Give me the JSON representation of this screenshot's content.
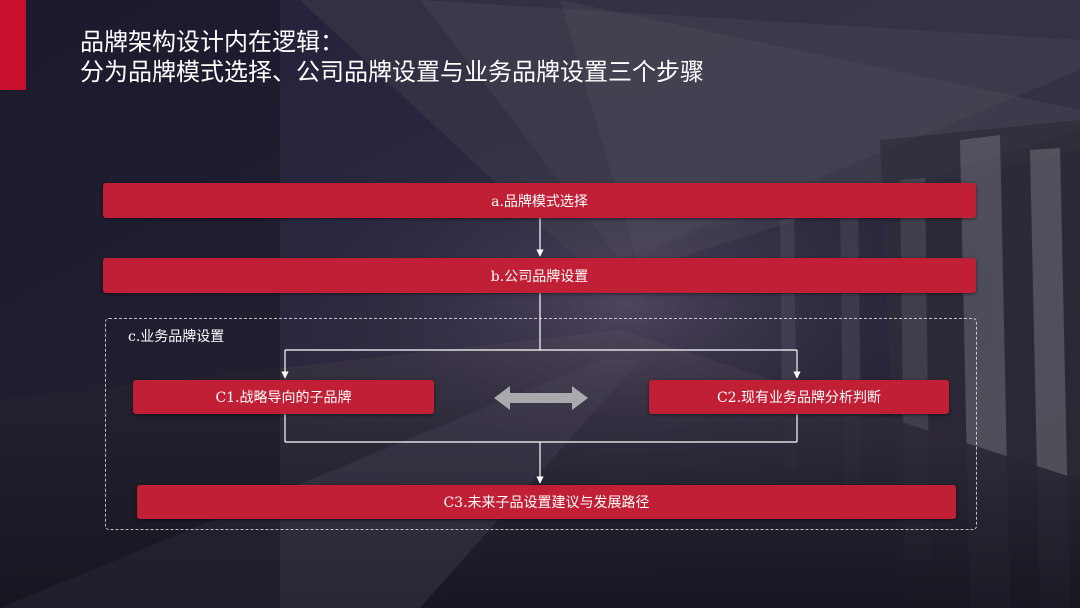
{
  "title": {
    "line1": "品牌架构设计内在逻辑：",
    "line2": "分为品牌模式选择、公司品牌设置与业务品牌设置三个步骤"
  },
  "colors": {
    "accent": "#c8102e",
    "box": "#c01f35",
    "text": "#ffffff",
    "arrow": "#a9aaae"
  },
  "diagram": {
    "step_a": "a.品牌模式选择",
    "step_b": "b.公司品牌设置",
    "group_c_label": "c.业务品牌设置",
    "c1": "C1.战略导向的子品牌",
    "c2": "C2.现有业务品牌分析判断",
    "c3": "C3.未来子品设置建议与发展路径",
    "double_arrow_icon": "double-arrow-icon"
  }
}
